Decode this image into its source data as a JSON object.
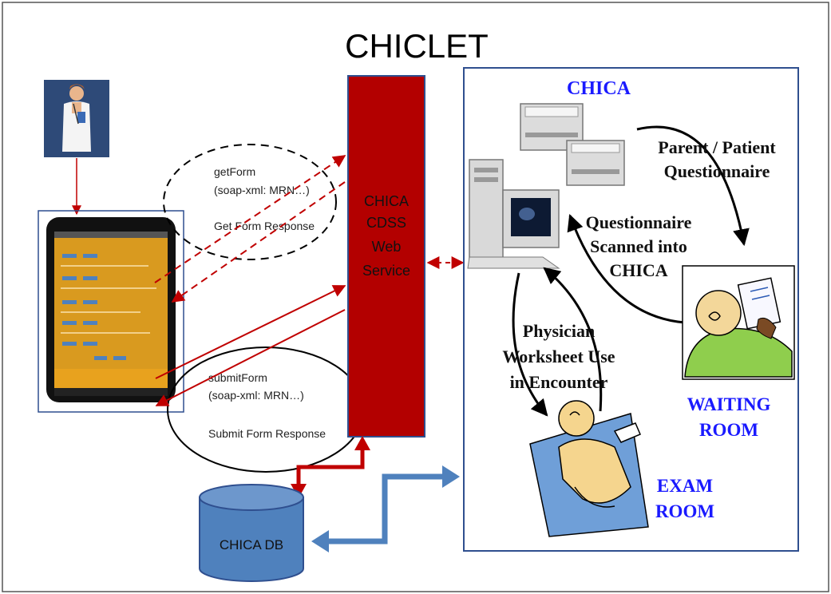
{
  "title": "CHICLET",
  "web_service": {
    "lines": [
      "CHICA",
      "CDSS",
      "Web",
      "Service"
    ],
    "fill": "#b30000"
  },
  "get_form": {
    "line1": "getForm",
    "line2": "(soap-xml: MRN…)",
    "line3": "Get Form Response"
  },
  "submit_form": {
    "line1": "submitForm",
    "line2": "(soap-xml: MRN…)",
    "line3": "Submit Form Response"
  },
  "database": {
    "label": "CHICA DB",
    "fill": "#4f81bd"
  },
  "clinic": {
    "chica_label": "CHICA",
    "questionnaire_lines": [
      "Parent / Patient",
      "Questionnaire"
    ],
    "scanned_lines": [
      "Questionnaire",
      "Scanned into",
      "CHICA"
    ],
    "worksheet_lines": [
      "Physician",
      "Worksheet Use",
      "in Encounter"
    ],
    "waiting_room_lines": [
      "WAITING",
      "ROOM"
    ],
    "exam_room_lines": [
      "EXAM",
      "ROOM"
    ],
    "room_label_color": "#1a1aff"
  },
  "colors": {
    "red_arrow": "#c00000",
    "blue_arrow": "#4f81bd",
    "frame": "#2f4f8f"
  }
}
